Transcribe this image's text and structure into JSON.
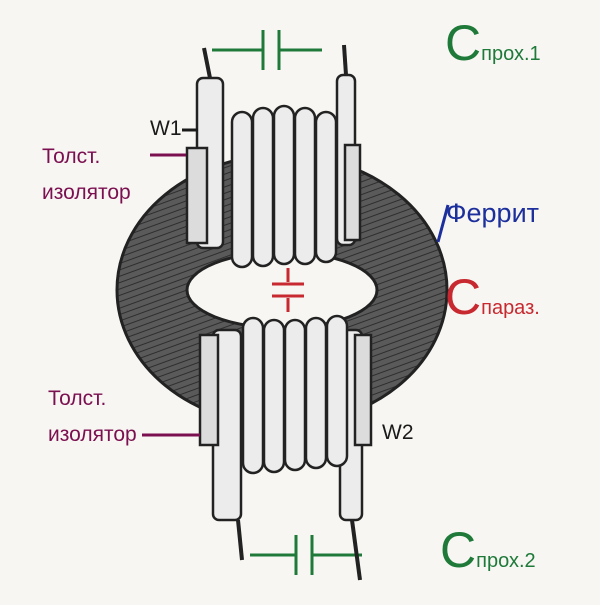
{
  "labels": {
    "c_prox1": {
      "letter": "С",
      "sub": "прох.1"
    },
    "c_prox2": {
      "letter": "С",
      "sub": "прох.2"
    },
    "c_paraz": {
      "letter": "С",
      "sub": "параз."
    },
    "ferrit": "Феррит",
    "w1": "W1",
    "w2": "W2",
    "insulator_top_line1": "Толст.",
    "insulator_top_line2": "изолятор",
    "insulator_bottom_line1": "Толст.",
    "insulator_bottom_line2": "изолятор"
  },
  "colors": {
    "green": "#1f7a3a",
    "red": "#c8282f",
    "maroon": "#7b1050",
    "blue": "#1c2f9c",
    "ferrite": "#4a4a4a",
    "wire": "#2a2a2a"
  },
  "icons": {
    "capacitor": "capacitor-symbol",
    "ferrite_core": "toroid-core",
    "winding": "coil-winding"
  }
}
